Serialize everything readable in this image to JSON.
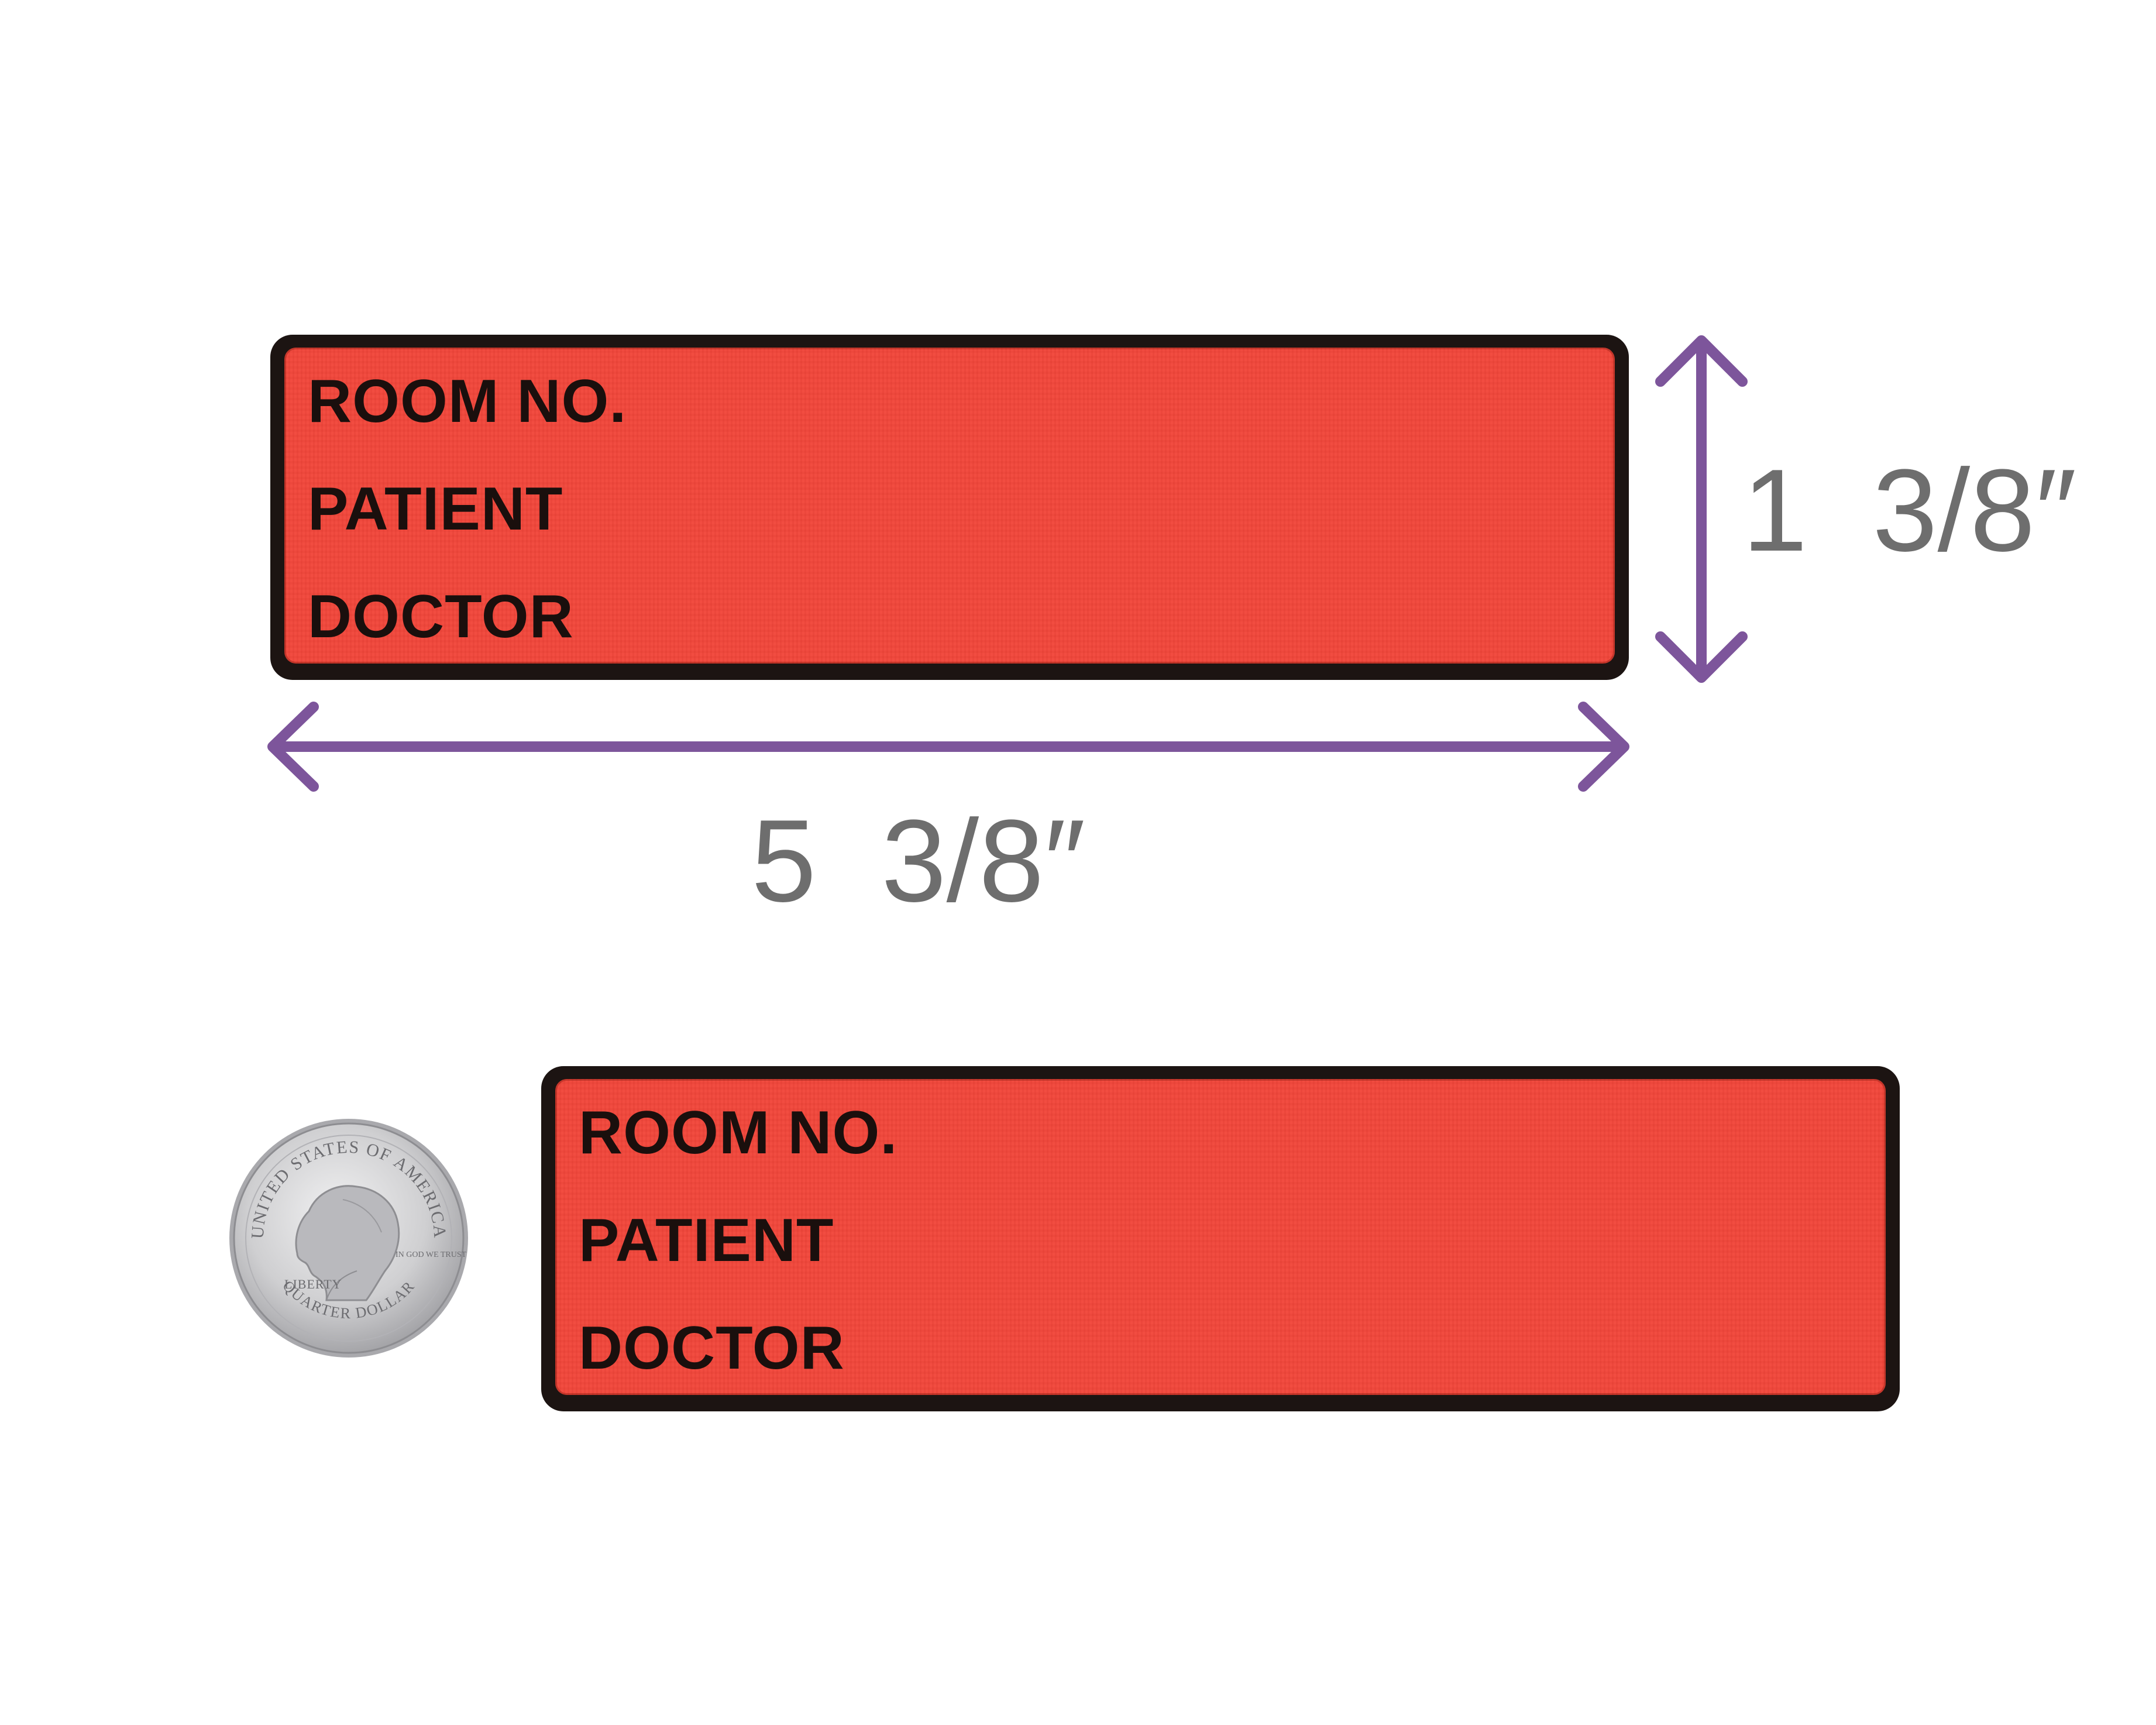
{
  "labels": [
    {
      "lines": [
        "ROOM NO.",
        "PATIENT",
        "DOCTOR"
      ]
    },
    {
      "lines": [
        "ROOM NO.",
        "PATIENT",
        "DOCTOR"
      ]
    }
  ],
  "dimensions": {
    "height": "1  3/8″",
    "width": "5  3/8″"
  },
  "quarter": {
    "top_text": "UNITED STATES OF AMERICA",
    "liberty": "LIBERTY",
    "motto": "IN GOD WE TRUST",
    "bottom_text": "QUARTER DOLLAR"
  },
  "colors": {
    "label_red": "#f2463a",
    "label_border": "#1c1412",
    "arrow_purple": "#7d559b",
    "dimension_text": "#6e6e6e",
    "coin_silver": "#c9c9cb"
  },
  "icons": {
    "height_arrow": "double-headed-vertical-arrow",
    "width_arrow": "double-headed-horizontal-arrow",
    "coin": "us-quarter-coin"
  }
}
